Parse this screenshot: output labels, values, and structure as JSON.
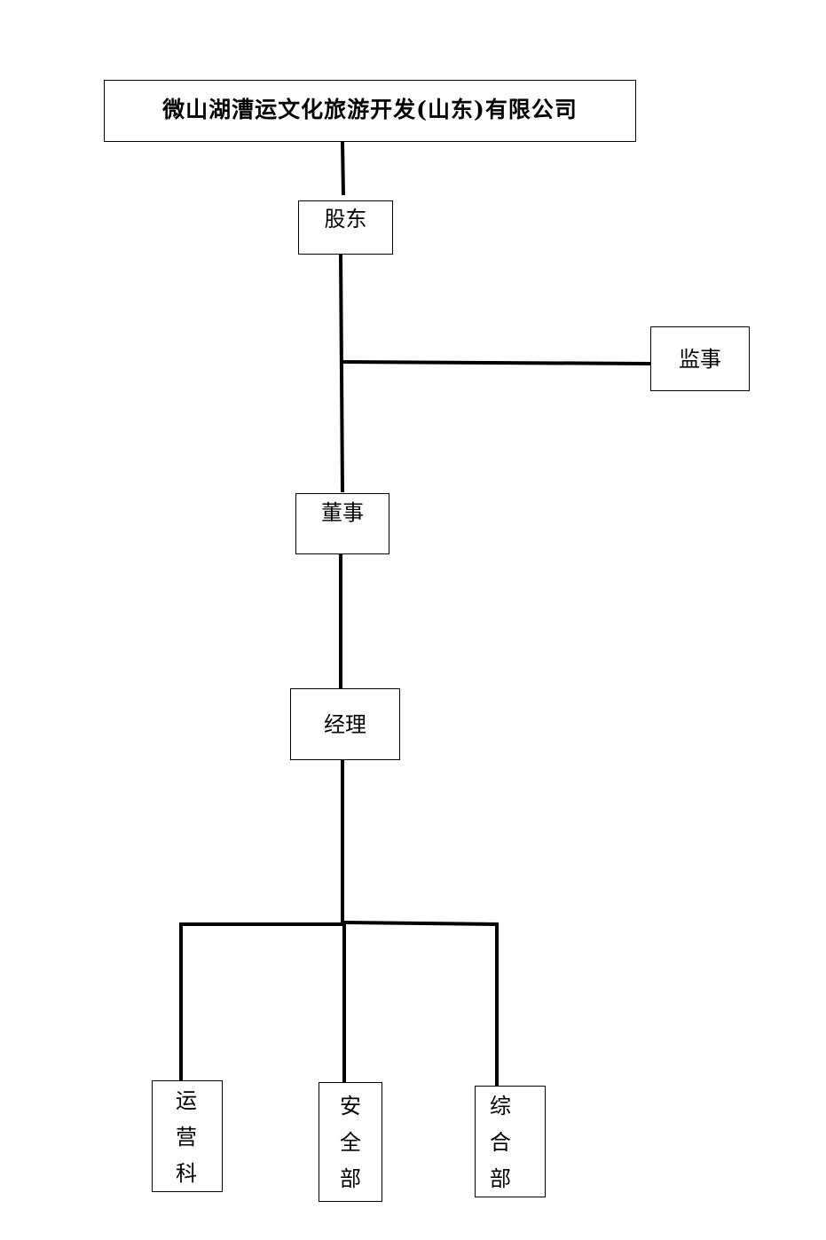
{
  "company": "微山湖漕运文化旅游开发(山东)有限公司",
  "nodes": {
    "shareholders": "股东",
    "supervisor": "监事",
    "director": "董事",
    "manager": "经理"
  },
  "departments": [
    {
      "chars": [
        "运",
        "营",
        "科"
      ]
    },
    {
      "chars": [
        "安",
        "全",
        "部"
      ]
    },
    {
      "chars": [
        "综",
        "合",
        "部"
      ]
    }
  ],
  "colors": {
    "line": "#000000",
    "background": "#ffffff"
  }
}
